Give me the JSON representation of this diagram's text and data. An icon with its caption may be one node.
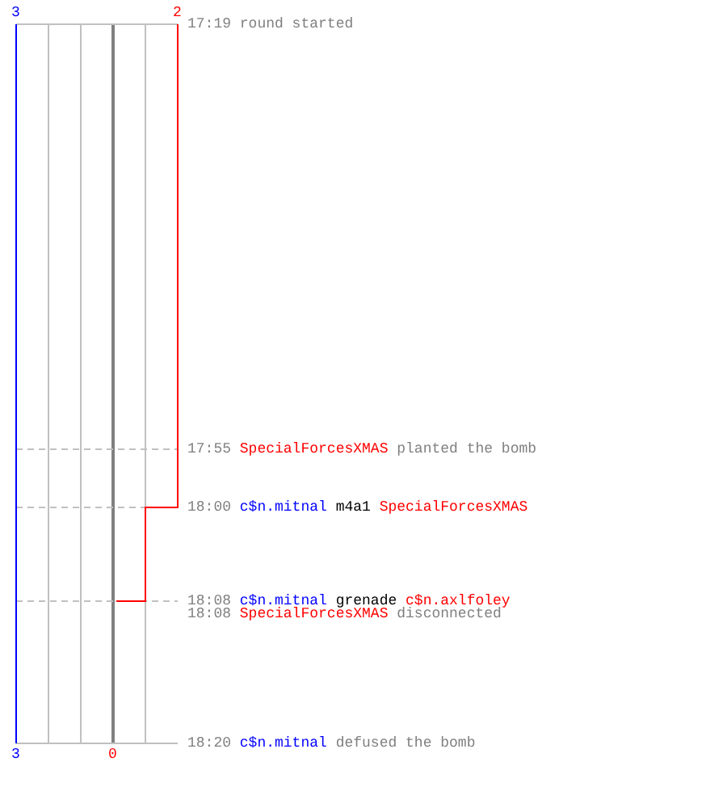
{
  "diagram": {
    "labels": [
      "3",
      "2",
      "17:19",
      "round started",
      "17:55",
      "SpecialForcesXMAS",
      "planted the bomb",
      "18:00",
      "c$n.mitnal",
      "m4a1",
      "SpecialForcesXMAS",
      "18:08",
      "c$n.mitnal",
      "grenade",
      "c$n.axlfoley",
      "18:08",
      "SpecialForcesXMAS",
      "disconnected",
      "18:20",
      "c$n.mitnal",
      "defused the bomb",
      "3",
      "0"
    ]
  }
}
